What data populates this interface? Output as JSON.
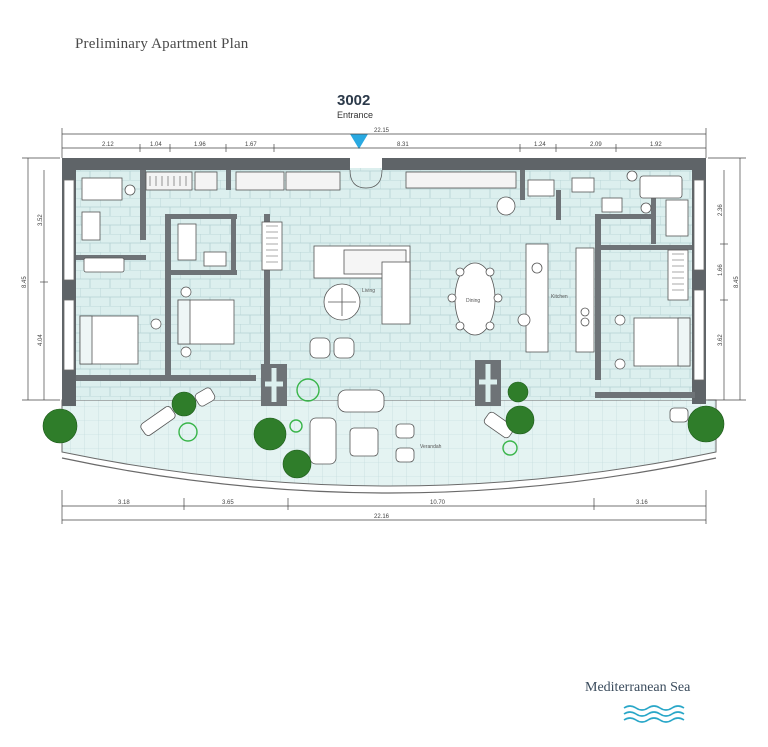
{
  "header": {
    "title": "Preliminary Apartment Plan"
  },
  "unit": {
    "number": "3002",
    "entrance_label": "Entrance"
  },
  "dimensions": {
    "top_total": "22.15",
    "top_segments": [
      "2.12",
      "1.04",
      "1.96",
      "1.67",
      "8.31",
      "1.24",
      "2.09",
      "1.92"
    ],
    "left_side": [
      "3.52",
      "8.45",
      "4.04"
    ],
    "right_side": [
      "2.36",
      "1.66",
      "8.45",
      "3.62"
    ],
    "bottom_segments": [
      "3.18",
      "3.65",
      "10.70",
      "3.16"
    ],
    "bottom_total": "22.16"
  },
  "rooms": {
    "living": "Living",
    "dining": "Dining",
    "kitchen": "Kitchen",
    "veranda": "Verandah"
  },
  "footer": {
    "sea_label": "Mediterranean Sea"
  },
  "colors": {
    "wall": "#5f6468",
    "floor": "#dcefee",
    "tile_line": "#b4d2d3",
    "plant": "#2f7d2a",
    "plant_outline": "#39b54a",
    "entrance_arrow": "#29a9e1",
    "sea_waves": "#2aa7c8"
  }
}
